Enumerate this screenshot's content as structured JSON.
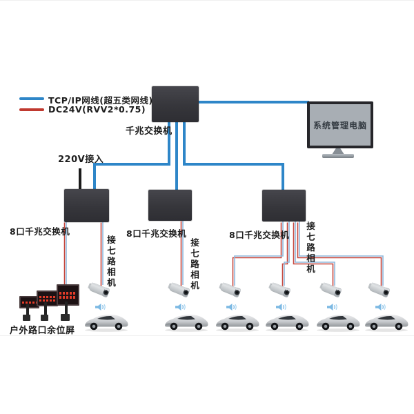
{
  "colors": {
    "network_blue": "#2e86c8",
    "dc24v_red": "#c0392f",
    "pair_blue": "#8fb8dc",
    "pair_red": "#c5443a",
    "power_black": "#1b1b1b",
    "device_dark": "#3a3a3e",
    "text": "#1c1c1c"
  },
  "legend": {
    "items": [
      {
        "name": "tcpip-network-cable",
        "label": "TCP/IP网线(超五类网线)"
      },
      {
        "name": "dc24v-cable",
        "label": "DC24V(RVV2*0.75)"
      }
    ]
  },
  "devices": {
    "core_switch_label": "千兆交换机",
    "management_pc_label": "系统管理电脑",
    "power_input_label": "220V接入",
    "display_group_label": "户外路口余位屏"
  },
  "access_switches": [
    {
      "label": "8口千兆交换机"
    },
    {
      "label": "8口千兆交换机"
    },
    {
      "label": "8口千兆交换机"
    }
  ],
  "camera_branches": [
    {
      "label": "接七路相机"
    },
    {
      "label": "接七路相机"
    },
    {
      "label": "接七路相机"
    }
  ]
}
